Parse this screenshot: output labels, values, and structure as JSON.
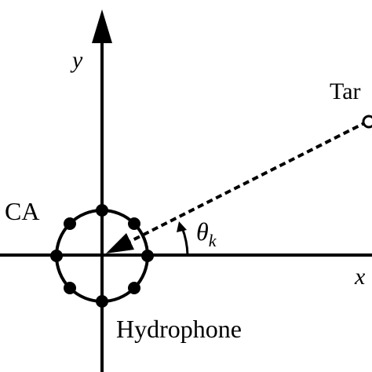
{
  "labels": {
    "y_axis": "y",
    "x_axis": "x",
    "target": "Tar",
    "array": "CA",
    "hydrophone": "Hydrophone",
    "theta": "θ",
    "theta_subscript": "k"
  },
  "array_sensors": 8,
  "colors": {
    "ink": "#000000",
    "background": "#ffffff"
  }
}
